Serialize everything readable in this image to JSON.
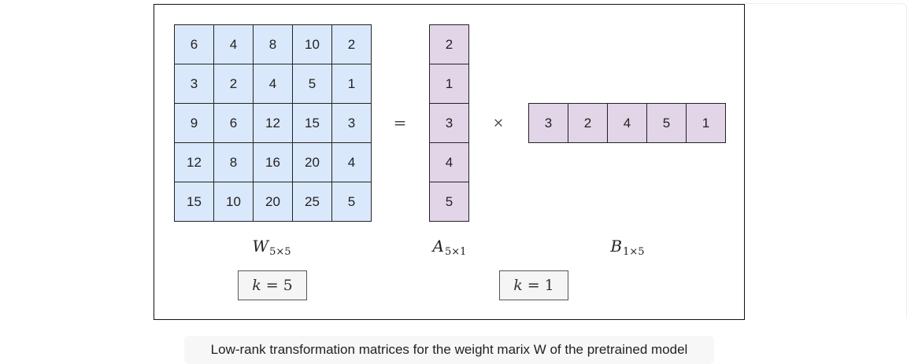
{
  "diagram": {
    "matrix_w": {
      "rows": [
        [
          "6",
          "4",
          "8",
          "10",
          "2"
        ],
        [
          "3",
          "2",
          "4",
          "5",
          "1"
        ],
        [
          "9",
          "6",
          "12",
          "15",
          "3"
        ],
        [
          "12",
          "8",
          "16",
          "20",
          "4"
        ],
        [
          "15",
          "10",
          "20",
          "25",
          "5"
        ]
      ],
      "name": "W",
      "dims": "5×5",
      "fill_color": "#dae8fc"
    },
    "matrix_a": {
      "rows": [
        [
          "2"
        ],
        [
          "1"
        ],
        [
          "3"
        ],
        [
          "4"
        ],
        [
          "5"
        ]
      ],
      "name": "A",
      "dims": "5×1",
      "fill_color": "#e1d5e7"
    },
    "matrix_b": {
      "rows": [
        [
          "3",
          "2",
          "4",
          "5",
          "1"
        ]
      ],
      "name": "B",
      "dims": "1×5",
      "fill_color": "#e1d5e7"
    },
    "operators": {
      "equals": "=",
      "times": "×"
    },
    "rank_w": {
      "var": "k",
      "eq": "=",
      "value": "5"
    },
    "rank_ab": {
      "var": "k",
      "eq": "=",
      "value": "1"
    }
  },
  "caption": "Low-rank transformation matrices for the weight marix W of the pretrained model"
}
